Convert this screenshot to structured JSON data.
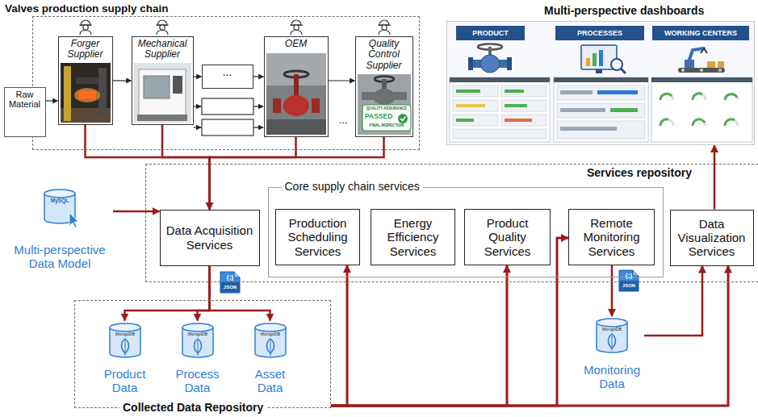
{
  "diagram": {
    "nodes": [
      {
        "text": [
          "Valves production supply chain"
        ]
      },
      {
        "text": [
          "Raw Material"
        ],
        "in": 0
      },
      {
        "text": [
          "Forger Supplier"
        ],
        "in": 0
      },
      {
        "text": [
          "Mechanical Supplier"
        ],
        "in": 0
      },
      {
        "text": [
          "..."
        ],
        "in": 0
      },
      {
        "text": [
          "OEM"
        ],
        "in": 0
      },
      {
        "text": [
          "Quality Control Supplier"
        ],
        "in": 0
      },
      {
        "text": [
          "Multi-perspective dashboards"
        ]
      },
      {
        "text": [
          "Services repository"
        ]
      },
      {
        "text": [
          "Data Acquisition Services"
        ],
        "in": 8
      },
      {
        "text": [
          "Core supply chain services"
        ],
        "in": 8
      },
      {
        "text": [
          "Production Scheduling Services"
        ],
        "in": 10
      },
      {
        "text": [
          "Energy Efficiency Services"
        ],
        "in": 10
      },
      {
        "text": [
          "Product Quality Services"
        ],
        "in": 10
      },
      {
        "text": [
          "Remote Monitoring Services"
        ],
        "in": 10
      },
      {
        "text": [
          "Data Visualization Services"
        ],
        "in": 8
      },
      {
        "text": [
          "Multi-perspective Data Model"
        ]
      },
      {
        "text": [
          "Collected Data Repository"
        ]
      },
      {
        "text": [
          "Product Data"
        ],
        "in": 17
      },
      {
        "text": [
          "Process Data"
        ],
        "in": 17
      },
      {
        "text": [
          "Asset Data"
        ],
        "in": 17
      },
      {
        "text": [
          "Monitoring Data"
        ]
      }
    ],
    "edges": [
      {
        "from": 1,
        "to": 2,
        "arrow": "to"
      },
      {
        "from": 2,
        "to": 3,
        "arrow": "to"
      },
      {
        "from": 3,
        "to": 4,
        "arrow": "to"
      },
      {
        "from": 4,
        "to": 5,
        "arrow": "to"
      },
      {
        "from": 5,
        "to": 6,
        "arrow": "to"
      },
      {
        "from": 2,
        "to": 9,
        "arrow": "to"
      },
      {
        "from": 3,
        "to": 9,
        "arrow": "to"
      },
      {
        "from": 5,
        "to": 9,
        "arrow": "to"
      },
      {
        "from": 6,
        "to": 9,
        "arrow": "to"
      },
      {
        "from": 16,
        "to": 9,
        "arrow": "to"
      },
      {
        "from": 9,
        "to": 18,
        "arrow": "to"
      },
      {
        "from": 9,
        "to": 19,
        "arrow": "to"
      },
      {
        "from": 9,
        "to": 20,
        "arrow": "to"
      },
      {
        "from": 14,
        "to": 21,
        "arrow": "to"
      },
      {
        "from": 21,
        "to": 15,
        "arrow": "to"
      },
      {
        "from": 15,
        "to": 7,
        "arrow": "to"
      },
      {
        "from": 17,
        "to": 11,
        "arrow": "to"
      },
      {
        "from": 17,
        "to": 13,
        "arrow": "to"
      },
      {
        "from": 17,
        "to": 14,
        "arrow": "to"
      },
      {
        "from": 17,
        "to": 15,
        "arrow": "to"
      }
    ],
    "labels": [
      "...",
      "QUALITY ASSURANCE",
      "PASSED",
      "FINAL INSPECTION",
      "PRODUCT",
      "PROCESSES",
      "WORKING CENTERS",
      "MySQL",
      "{;}",
      "JSON",
      "MongoDB",
      "MongoDB",
      "MongoDB",
      "{;}",
      "JSON",
      "MongoDB"
    ]
  }
}
